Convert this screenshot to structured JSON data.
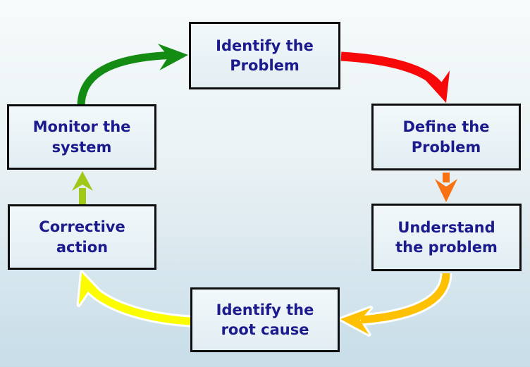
{
  "diagram": {
    "name": "problem-solving-cycle",
    "nodes": [
      {
        "id": "identify-problem",
        "label": "Identify the\nProblem"
      },
      {
        "id": "define-problem",
        "label": "Define the\nProblem"
      },
      {
        "id": "understand-problem",
        "label": "Understand\nthe problem"
      },
      {
        "id": "identify-root-cause",
        "label": "Identify the\nroot cause"
      },
      {
        "id": "corrective-action",
        "label": "Corrective\naction"
      },
      {
        "id": "monitor-system",
        "label": "Monitor the\nsystem"
      }
    ],
    "arrows": [
      {
        "id": "green",
        "from": "monitor-system",
        "to": "identify-problem",
        "color": "#148C14"
      },
      {
        "id": "red",
        "from": "identify-problem",
        "to": "define-problem",
        "color": "#F80909"
      },
      {
        "id": "orange",
        "from": "define-problem",
        "to": "understand-problem",
        "color": "#F87113"
      },
      {
        "id": "amber",
        "from": "understand-problem",
        "to": "identify-root-cause",
        "color": "#FEC002"
      },
      {
        "id": "yellow",
        "from": "identify-root-cause",
        "to": "corrective-action",
        "color": "#FCFC00"
      },
      {
        "id": "olive",
        "from": "corrective-action",
        "to": "monitor-system",
        "color": "#A0C818"
      }
    ],
    "style": {
      "text_color": "#1B1B8E",
      "box_border_color": "#0E0E0E",
      "background_top": "#F6FBFB",
      "background_bottom": "#C7DDE8"
    }
  }
}
